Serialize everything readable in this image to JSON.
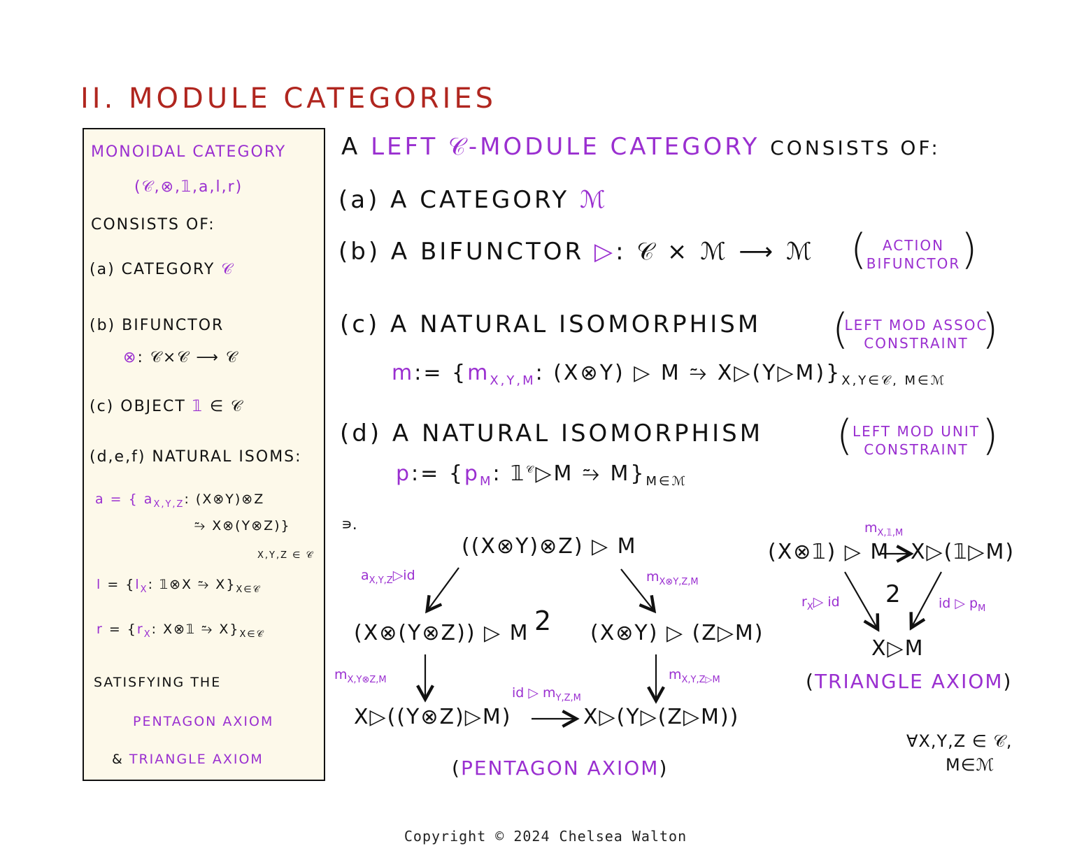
{
  "title": "II. MODULE CATEGORIES",
  "sidebar": {
    "heading": "MONOIDAL CATEGORY",
    "tuple": "(𝒞,⊗,𝟙,a,l,r)",
    "consists": "CONSISTS OF:",
    "a_label": "(a) CATEGORY",
    "a_sym": "𝒞",
    "b_label": "(b) BIFUNCTOR",
    "b_sym": "⊗",
    "b_map": ": 𝒞×𝒞 ⟶ 𝒞",
    "c_label": "(c) OBJECT",
    "c_sym": "𝟙",
    "c_rest": "∈ 𝒞",
    "def_label": "(d,e,f) NATURAL ISOMS:",
    "assoc_lhs": "a = {",
    "assoc_comp": "a",
    "assoc_sub": "X,Y,Z",
    "assoc_map": ": (X⊗Y)⊗Z",
    "assoc_map2": "⥲ X⊗(Y⊗Z)}",
    "assoc_index": "X,Y,Z ∈ 𝒞",
    "l_lhs": "l",
    "l_eq": " = {",
    "l_comp": "l",
    "l_sub": "X",
    "l_map": ": 𝟙⊗X ⥲ X}",
    "l_index": "X∈𝒞",
    "r_lhs": "r",
    "r_eq": " = {",
    "r_comp": "r",
    "r_sub": "X",
    "r_map": ": X⊗𝟙 ⥲ X}",
    "r_index": "X∈𝒞",
    "satisfying": "SATISFYING THE",
    "pentagon": "PENTAGON AXIOM",
    "amp": "&",
    "triangle": "TRIANGLE AXIOM"
  },
  "main": {
    "intro_a": "A",
    "intro_def": "LEFT 𝒞-MODULE CATEGORY",
    "intro_rest": "CONSISTS OF:",
    "item_a": "(a) A CATEGORY",
    "item_a_sym": "ℳ",
    "item_b": "(b) A BIFUNCTOR",
    "item_b_sym": "▷",
    "item_b_map": ": 𝒞 × ℳ ⟶ ℳ",
    "item_b_note": [
      "ACTION",
      "BIFUNCTOR"
    ],
    "item_c": "(c) A NATURAL ISOMORPHISM",
    "item_c_note": [
      "LEFT MOD ASSOC",
      "CONSTRAINT"
    ],
    "item_c_def_lhs": "m",
    "item_c_def_eq": ":= {",
    "item_c_comp": "m",
    "item_c_sub": "X,Y,M",
    "item_c_map": ": (X⊗Y) ▷ M ⥲ X▷(Y▷M)}",
    "item_c_index": "X,Y∈𝒞, M∈ℳ",
    "item_d": "(d) A NATURAL ISOMORPHISM",
    "item_d_note": [
      "LEFT MOD UNIT",
      "CONSTRAINT"
    ],
    "item_d_def_lhs": "p",
    "item_d_def_eq": ":= {",
    "item_d_comp": "p",
    "item_d_sub": "M",
    "item_d_map": ": 𝟙",
    "item_d_sup": "𝒞",
    "item_d_map2": "▷M ⥲ M}",
    "item_d_index": "M∈ℳ",
    "such_that": "∍."
  },
  "pentagon": {
    "top": "((X⊗Y)⊗Z) ▷ M",
    "left": "(X⊗(Y⊗Z)) ▷ M",
    "right": "(X⊗Y) ▷ (Z▷M)",
    "bottom_left": "X▷((Y⊗Z)▷M)",
    "bottom_right": "X▷(Y▷(Z▷M))",
    "label_tl": "a_{X,Y,Z} ▷ id",
    "label_tl_base": "a",
    "label_tl_sub": "X,Y,Z",
    "label_tl_rest": "▷id",
    "label_tr_base": "m",
    "label_tr_sub": "X⊗Y,Z,M",
    "label_l_base": "m",
    "label_l_sub": "X,Y⊗Z,M",
    "label_r_base": "m",
    "label_r_sub": "X,Y,Z▷M",
    "label_b_pre": "id ▷ m",
    "label_b_sub": "Y,Z,M",
    "commutes": "2",
    "caption": "PENTAGON AXIOM"
  },
  "triangle": {
    "left": "(X⊗𝟙) ▷ M",
    "right": "X▷(𝟙▷M)",
    "bottom": "X▷M",
    "label_top_base": "m",
    "label_top_sub": "X,𝟙,M",
    "label_l_base": "r",
    "label_l_sub": "X",
    "label_l_rest": "▷ id",
    "label_r_pre": "id ▷ p",
    "label_r_sub": "M",
    "commutes": "2",
    "caption": "TRIANGLE AXIOM",
    "quantifier_1": "∀X,Y,Z ∈ 𝒞,",
    "quantifier_2": "M∈ℳ"
  },
  "footer": "Copyright © 2024 Chelsea Walton",
  "colors": {
    "title": "#b0261f",
    "accent": "#9a2fd0",
    "panel": "#fdf9ea"
  }
}
